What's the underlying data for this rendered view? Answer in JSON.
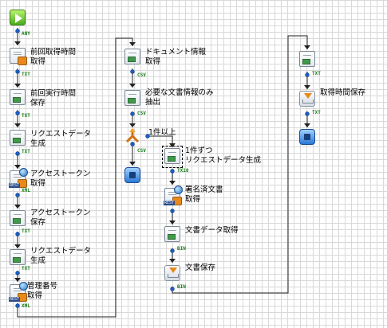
{
  "colors": {
    "wire": "#222222",
    "port": "#1c5fc4",
    "port_label": "#1a7a1a",
    "grid": "#d9d9d9"
  },
  "nodes": [
    {
      "id": "start",
      "kind": "start",
      "label": ""
    },
    {
      "id": "get-prev-time",
      "kind": "doc-orange",
      "label1": "前回取得時間",
      "label2": "取得"
    },
    {
      "id": "save-exec-time",
      "kind": "doc-grid",
      "label1": "前回実行時間",
      "label2": "保存"
    },
    {
      "id": "gen-request-1",
      "kind": "doc-grid",
      "label1": "リクエストデータ",
      "label2": "生成"
    },
    {
      "id": "get-token",
      "kind": "rest",
      "label1": "アクセストークン",
      "label2": "取得"
    },
    {
      "id": "save-token",
      "kind": "doc-grid",
      "label1": "アクセストークン",
      "label2": "保存"
    },
    {
      "id": "gen-request-2",
      "kind": "doc-grid",
      "label1": "リクエストデータ",
      "label2": "生成"
    },
    {
      "id": "get-mgmt-no",
      "kind": "rest",
      "label1": "管理番号",
      "label2": "取得"
    },
    {
      "id": "doc-info",
      "kind": "doc-grid",
      "label1": "ドキュメント情報",
      "label2": "取得"
    },
    {
      "id": "extract-info",
      "kind": "doc-grid",
      "label1": "必要な文書情報のみ",
      "label2": "抽出"
    },
    {
      "id": "branch",
      "kind": "branch",
      "label1": "1件以上",
      "label2": ""
    },
    {
      "id": "stop-1",
      "kind": "stop",
      "label": ""
    },
    {
      "id": "gen-request-3",
      "kind": "doc-grid",
      "label1": "1件ずつ",
      "label2": "リクエストデータ生成"
    },
    {
      "id": "get-signed",
      "kind": "rest",
      "label1": "署名済文書",
      "label2": "取得"
    },
    {
      "id": "get-doc-data",
      "kind": "doc-grid",
      "label1": "文書データ取得",
      "label2": ""
    },
    {
      "id": "save-doc",
      "kind": "save",
      "label1": "文書保存",
      "label2": ""
    },
    {
      "id": "merge-node",
      "kind": "doc-grid",
      "label1": "",
      "label2": ""
    },
    {
      "id": "save-time",
      "kind": "save",
      "label1": "取得時間保存",
      "label2": ""
    },
    {
      "id": "stop-2",
      "kind": "stop",
      "label": ""
    }
  ],
  "ports": {
    "any": "ANY",
    "txt": "TXT",
    "xml": "XML",
    "csv": "CSV",
    "bin": "BIN",
    "tx_pop": "TX10"
  }
}
